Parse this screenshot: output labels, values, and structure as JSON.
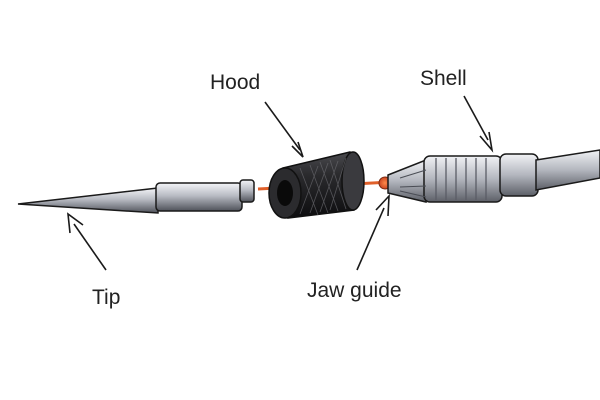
{
  "labels": {
    "hood": "Hood",
    "shell": "Shell",
    "tip": "Tip",
    "jaw_guide": "Jaw guide"
  },
  "icons": [
    "tip-part",
    "hood-part",
    "shell-part",
    "jaw-guide-part",
    "connector-line"
  ],
  "colors": {
    "background": "#ffffff",
    "connector": "#e0602a",
    "metal_dark": "#5a5d66",
    "metal_light": "#e8eaee",
    "hood_dark": "#1c1c1e",
    "outline": "#1a1a1a"
  }
}
